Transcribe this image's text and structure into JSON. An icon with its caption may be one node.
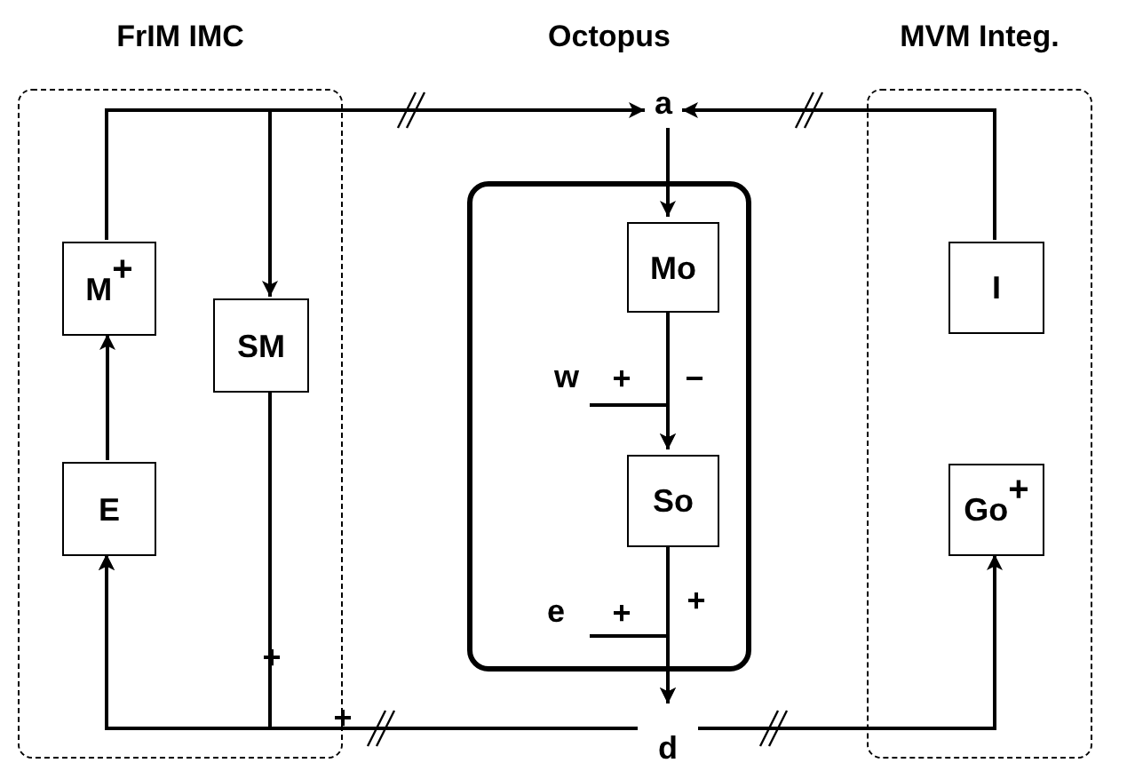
{
  "diagram": {
    "nodes": [
      {
        "text": [
          "FrIM IMC"
        ]
      },
      {
        "text": [
          "M$^{+}$"
        ],
        "in": 0
      },
      {
        "text": [
          "SM"
        ],
        "in": 0
      },
      {
        "text": [
          "E"
        ],
        "in": 0
      },
      {
        "text": [
          "Octopus"
        ]
      },
      {
        "text": [
          "Mo"
        ],
        "in": 4
      },
      {
        "text": [
          "So"
        ],
        "in": 4
      },
      {
        "text": [
          "MVM Integ."
        ]
      },
      {
        "text": [
          "I"
        ],
        "in": 7
      },
      {
        "text": [
          "Go$^{+}$"
        ],
        "in": 7
      },
      {
        "text": [
          "a"
        ]
      },
      {
        "text": [
          "d"
        ]
      },
      {
        "text": [
          "w"
        ],
        "in": 4
      },
      {
        "text": [
          "e"
        ],
        "in": 4
      }
    ],
    "edges": [
      {
        "from": 1,
        "to": 10,
        "arrow": "to"
      },
      {
        "from": 1,
        "to": 2,
        "arrow": "to"
      },
      {
        "from": 3,
        "to": 1,
        "arrow": "to"
      },
      {
        "from": 2,
        "to": 3,
        "arrow": "to"
      },
      {
        "from": 11,
        "to": 3,
        "arrow": "to"
      },
      {
        "from": 11,
        "to": 9,
        "arrow": "to"
      },
      {
        "from": 8,
        "to": 10,
        "arrow": "to"
      },
      {
        "from": 10,
        "to": 5,
        "arrow": "to"
      },
      {
        "from": 5,
        "to": 6,
        "arrow": "to"
      },
      {
        "from": 12,
        "to": 6,
        "arrow": "to"
      },
      {
        "from": 6,
        "to": 11,
        "arrow": "to"
      },
      {
        "from": 13,
        "to": 11,
        "arrow": "to"
      }
    ],
    "labels": [
      "+",
      "−",
      "+",
      "+",
      "+",
      "+"
    ]
  }
}
